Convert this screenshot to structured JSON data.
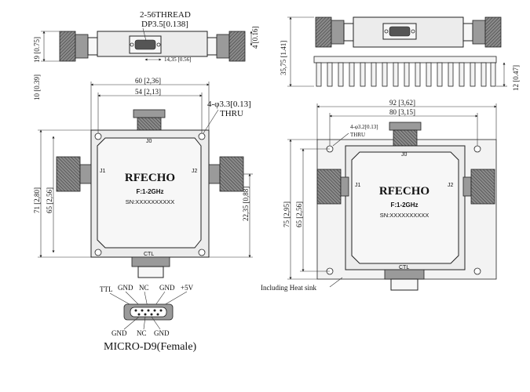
{
  "top_view": {
    "thread_note": "2-56THREAD",
    "depth_note": "DP3.5[0.138]",
    "dim_height_19": "19 [0.75]",
    "dim_height_10": "10 [0.39]",
    "dim_depth_4": "4 [0.16]",
    "dim_14": "14,35 [0.56]"
  },
  "side_view": {
    "dim_35": "35,75 [1.41]",
    "dim_12": "12 [0.47]"
  },
  "front_view": {
    "dim_60": "60 [2,36]",
    "dim_54": "54 [2,13]",
    "hole_note": "4-φ3.3[0.13]",
    "hole_thru": "THRU",
    "dim_71": "71 [2,80]",
    "dim_65": "65 [2,56]",
    "dim_22": "22,35 [0,88]",
    "brand": "RFECHO",
    "spec": "F:1-2GHz",
    "serial": "SN:XXXXXXXXXX",
    "port_j0": "J0",
    "port_j1": "J1",
    "port_j2": "J2",
    "port_ctl": "CTL"
  },
  "heatsink_view": {
    "dim_92": "92 [3,62]",
    "dim_80": "80 [3,15]",
    "hole_note": "4-φ3.2[0.13]",
    "hole_thru": "THRU",
    "dim_75": "75 [2,95]",
    "dim_65": "65 [2,56]",
    "brand": "RFECHO",
    "spec": "F:1-2GHz",
    "serial": "SN:XXXXXXXXXX",
    "port_j0": "J0",
    "port_j1": "J1",
    "port_j2": "J2",
    "port_ctl": "CTL",
    "heatsink_note": "Including Heat sink"
  },
  "connector_pinout": {
    "top_pins": [
      "TTL",
      "GND",
      "NC",
      "GND",
      "+5V"
    ],
    "bottom_pins": [
      "GND",
      "NC",
      "GND"
    ],
    "title": "MICRO-D9(Female)"
  }
}
